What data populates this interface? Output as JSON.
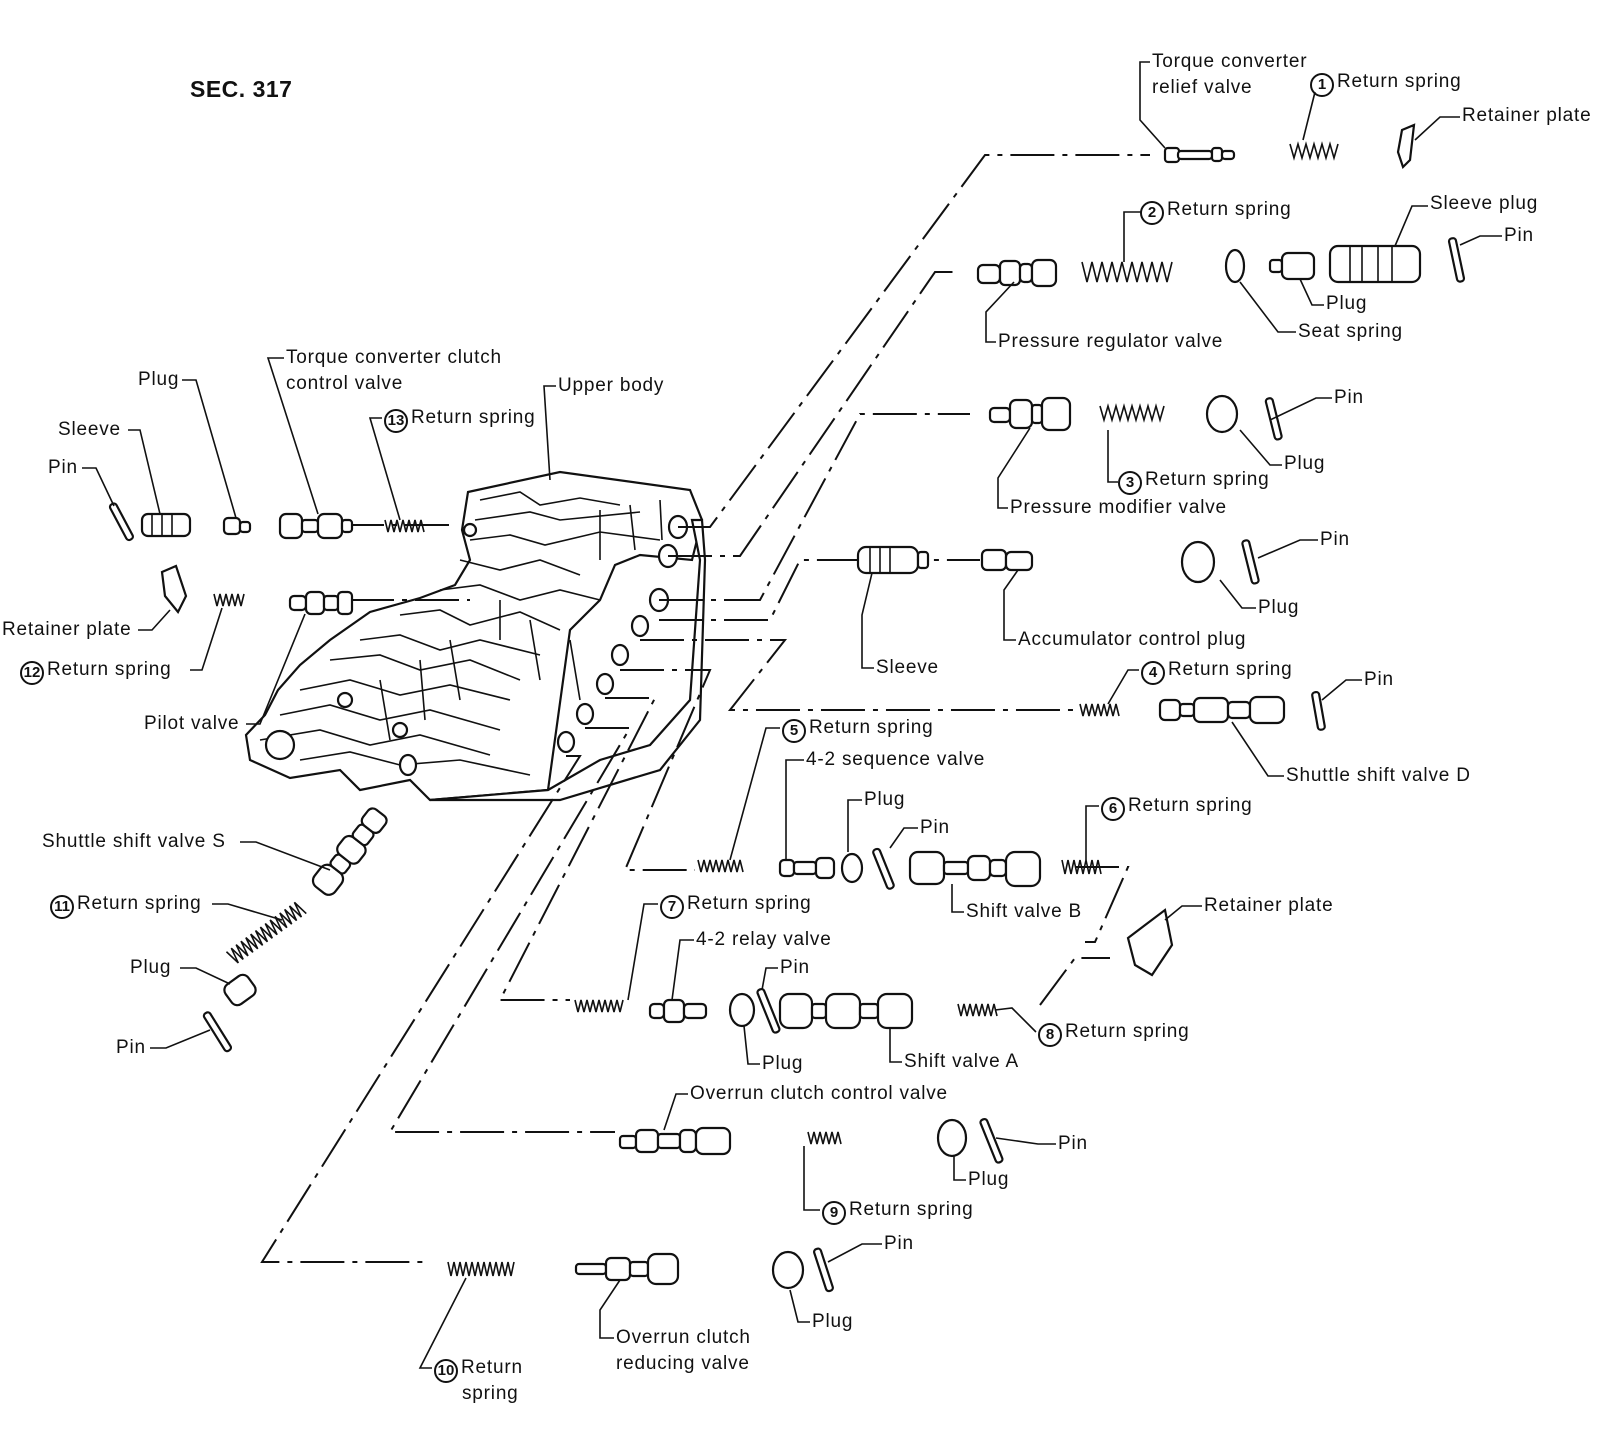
{
  "section": "SEC. 317",
  "labels": {
    "torque_converter_relief_valve": [
      "Torque converter",
      "relief valve"
    ],
    "return_spring_1": {
      "num": "1",
      "text": "Return spring"
    },
    "retainer_plate_top": "Retainer plate",
    "return_spring_2": {
      "num": "2",
      "text": "Return spring"
    },
    "sleeve_plug": "Sleeve plug",
    "pin_top": "Pin",
    "plug_top": "Plug",
    "seat_spring": "Seat spring",
    "pressure_regulator_valve": "Pressure regulator valve",
    "pin_2": "Pin",
    "plug_2": "Plug",
    "return_spring_3": {
      "num": "3",
      "text": "Return spring"
    },
    "pressure_modifier_valve": "Pressure modifier valve",
    "pin_3": "Pin",
    "plug_3": "Plug",
    "accumulator_control_plug": "Accumulator control plug",
    "sleeve_right": "Sleeve",
    "return_spring_4": {
      "num": "4",
      "text": "Return spring"
    },
    "pin_4": "Pin",
    "shuttle_shift_valve_d": "Shuttle shift valve D",
    "return_spring_5": {
      "num": "5",
      "text": "Return spring"
    },
    "sequence_valve_4_2": "4-2 sequence valve",
    "plug_5": "Plug",
    "pin_5": "Pin",
    "return_spring_6": {
      "num": "6",
      "text": "Return spring"
    },
    "shift_valve_b": "Shift valve B",
    "retainer_plate_mid": "Retainer plate",
    "return_spring_7": {
      "num": "7",
      "text": "Return spring"
    },
    "relay_valve_4_2": "4-2 relay valve",
    "pin_7": "Pin",
    "plug_7": "Plug",
    "shift_valve_a": "Shift valve A",
    "return_spring_8": {
      "num": "8",
      "text": "Return spring"
    },
    "overrun_clutch_control_valve": "Overrun clutch control valve",
    "return_spring_9": {
      "num": "9",
      "text": "Return spring"
    },
    "plug_9": "Plug",
    "pin_9": "Pin",
    "pin_10": "Pin",
    "plug_10": "Plug",
    "overrun_clutch_reducing_valve": [
      "Overrun clutch",
      "reducing valve"
    ],
    "return_spring_10": {
      "num": "10",
      "text": [
        "Return",
        "spring"
      ]
    },
    "plug_left": "Plug",
    "torque_converter_clutch_control_valve": [
      "Torque converter clutch",
      "control valve"
    ],
    "return_spring_13": {
      "num": "13",
      "text": "Return spring"
    },
    "upper_body": "Upper body",
    "sleeve_left": "Sleeve",
    "pin_left": "Pin",
    "retainer_plate_left": "Retainer plate",
    "return_spring_12": {
      "num": "12",
      "text": "Return spring"
    },
    "pilot_valve": "Pilot valve",
    "shuttle_shift_valve_s": "Shuttle shift valve S",
    "return_spring_11": {
      "num": "11",
      "text": "Return spring"
    },
    "plug_11": "Plug",
    "pin_11": "Pin"
  }
}
